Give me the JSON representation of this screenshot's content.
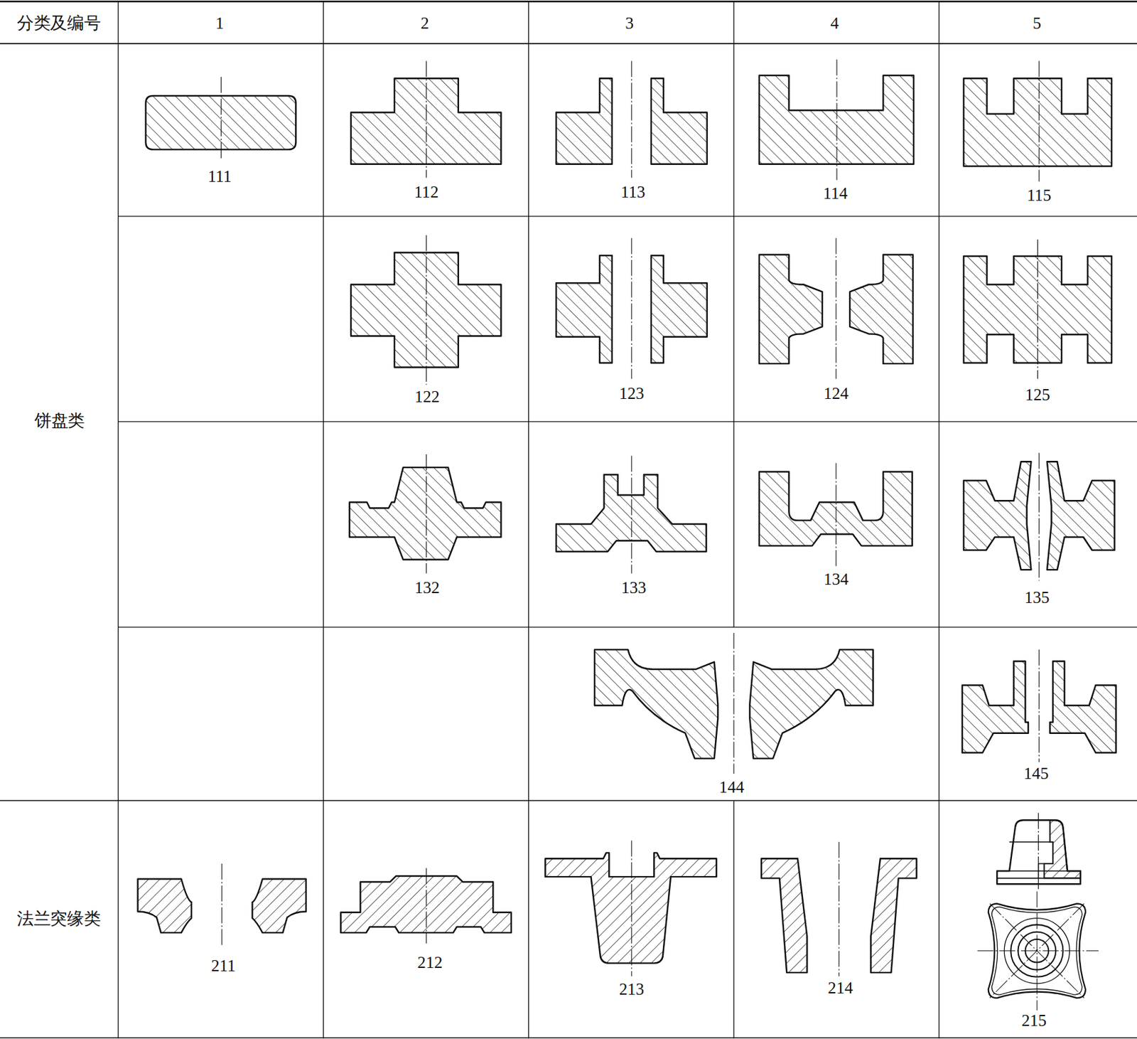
{
  "diagram": {
    "labels": [
      "分类及编号",
      "1",
      "2",
      "3",
      "4",
      "5",
      "饼盘类",
      "111",
      "112",
      "113",
      "114",
      "115",
      "122",
      "123",
      "124",
      "125",
      "132",
      "133",
      "134",
      "135",
      "144",
      "145",
      "法兰突缘类",
      "211",
      "212",
      "213",
      "214",
      "215"
    ]
  }
}
